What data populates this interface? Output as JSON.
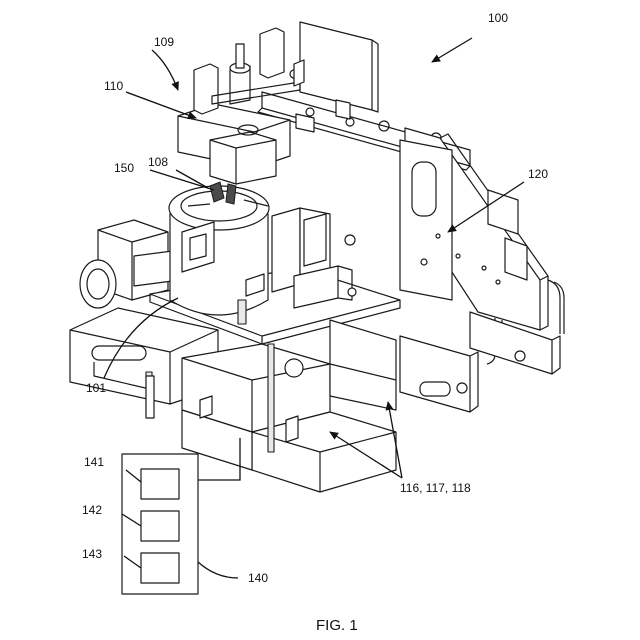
{
  "figure": {
    "caption": "FIG. 1",
    "labels": {
      "l100": "100",
      "l109": "109",
      "l110": "110",
      "l108": "108",
      "l150": "150",
      "l120": "120",
      "l101": "101",
      "l141": "141",
      "l142": "142",
      "l143": "143",
      "l140": "140",
      "l116": "116, 117, 118"
    }
  }
}
